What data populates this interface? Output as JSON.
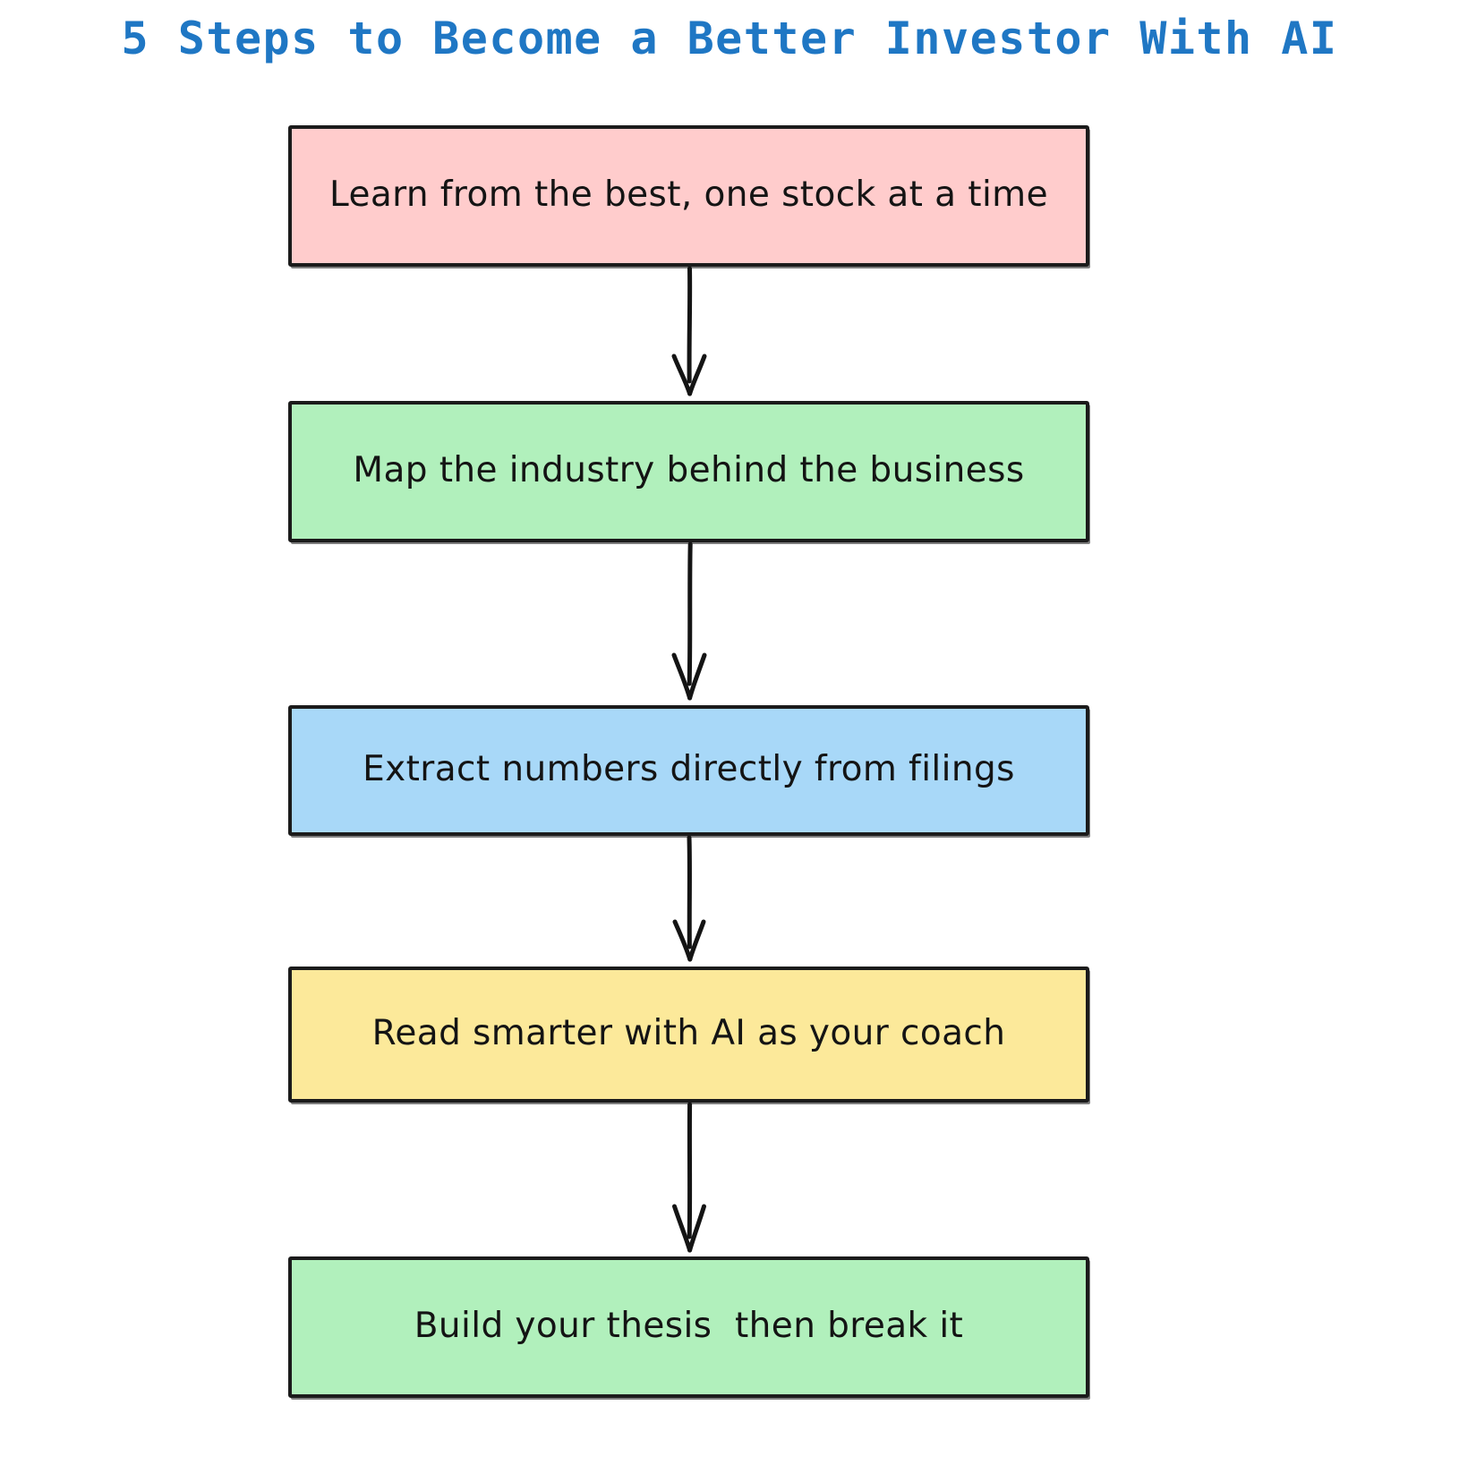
{
  "diagram": {
    "title": "5 Steps to Become a Better Investor With AI",
    "title_color": "#1f77c4",
    "type": "flowchart",
    "direction": "top-to-bottom",
    "background": "#ffffff",
    "border_color": "#1b1b1b",
    "nodes": [
      {
        "id": "step-1",
        "label": "Learn from the best, one stock at a time",
        "fill": "#FFCCCC"
      },
      {
        "id": "step-2",
        "label": "Map the industry behind the business",
        "fill": "#B1F0BC"
      },
      {
        "id": "step-3",
        "label": "Extract numbers directly from filings",
        "fill": "#A8D8F8"
      },
      {
        "id": "step-4",
        "label": "Read smarter with AI as your coach",
        "fill": "#FCE99A"
      },
      {
        "id": "step-5",
        "label": "Build your thesis  then break it",
        "fill": "#B1F0BC"
      }
    ],
    "edges": [
      {
        "from": "step-1",
        "to": "step-2",
        "label": ""
      },
      {
        "from": "step-2",
        "to": "step-3",
        "label": ""
      },
      {
        "from": "step-3",
        "to": "step-4",
        "label": ""
      },
      {
        "from": "step-4",
        "to": "step-5",
        "label": ""
      }
    ]
  }
}
